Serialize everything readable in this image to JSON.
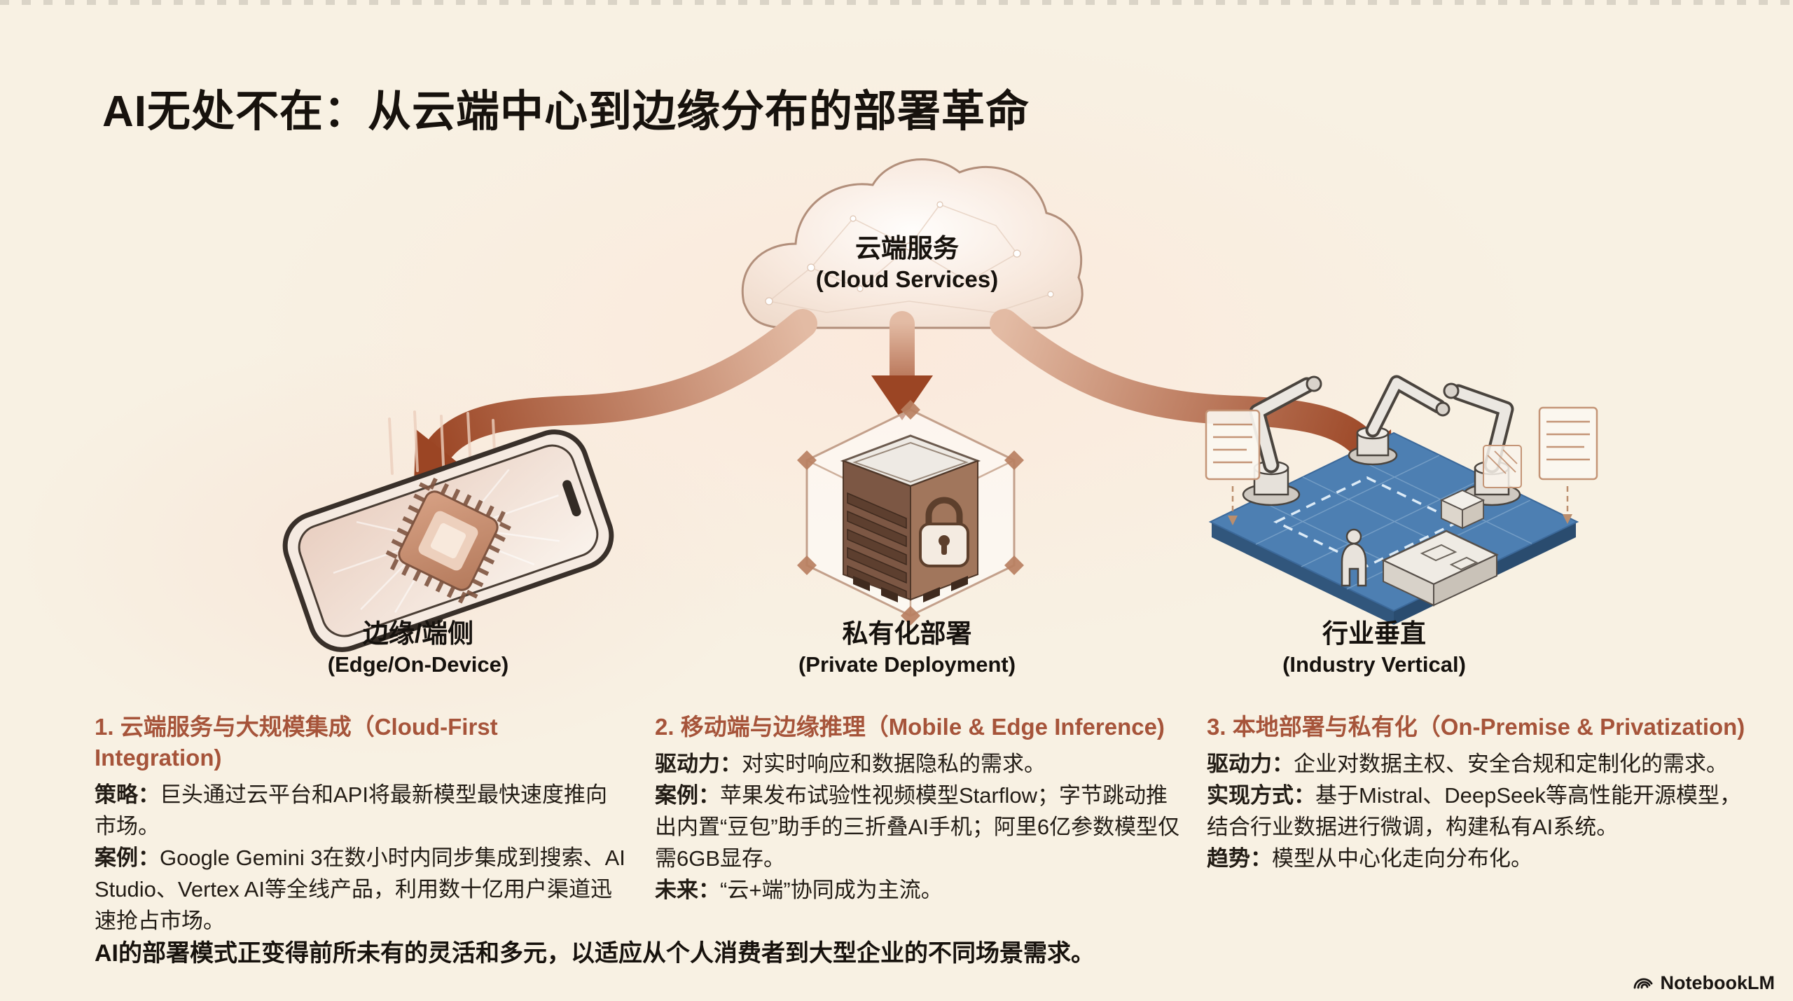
{
  "page": {
    "title": "AI无处不在：从云端中心到边缘分布的部署革命",
    "summary": "AI的部署模式正变得前所未有的灵活和多元，以适应从个人消费者到大型企业的不同场景需求。",
    "brand": "NotebookLM"
  },
  "cloud": {
    "zh": "云端服务",
    "en": "(Cloud Services)"
  },
  "nodes": [
    {
      "zh": "边缘/端侧",
      "en": "(Edge/On-Device)",
      "illustration": "smartphone-with-ai-chip"
    },
    {
      "zh": "私有化部署",
      "en": "(Private Deployment)",
      "illustration": "locked-server-in-glass-cube"
    },
    {
      "zh": "行业垂直",
      "en": "(Industry Vertical)",
      "illustration": "robotic-factory-floor-blueprint"
    }
  ],
  "columns": [
    {
      "heading": "1. 云端服务与大规模集成（Cloud-First Integration)",
      "items": [
        {
          "label": "策略：",
          "text": "巨头通过云平台和API将最新模型最快速度推向市场。"
        },
        {
          "label": "案例：",
          "text": "Google Gemini 3在数小时内同步集成到搜索、AI Studio、Vertex AI等全线产品，利用数十亿用户渠道迅速抢占市场。"
        }
      ]
    },
    {
      "heading": "2. 移动端与边缘推理（Mobile & Edge Inference)",
      "items": [
        {
          "label": "驱动力：",
          "text": "对实时响应和数据隐私的需求。"
        },
        {
          "label": "案例：",
          "text": "苹果发布试验性视频模型Starflow；字节跳动推出内置“豆包”助手的三折叠AI手机；阿里6亿参数模型仅需6GB显存。"
        },
        {
          "label": "未来：",
          "text": "“云+端”协同成为主流。"
        }
      ]
    },
    {
      "heading": "3. 本地部署与私有化（On-Premise & Privatization)",
      "items": [
        {
          "label": "驱动力：",
          "text": "企业对数据主权、安全合规和定制化的需求。"
        },
        {
          "label": "实现方式：",
          "text": "基于Mistral、DeepSeek等高性能开源模型，结合行业数据进行微调，构建私有AI系统。"
        },
        {
          "label": "趋势：",
          "text": "模型从中心化走向分布化。"
        }
      ]
    }
  ],
  "icons": {
    "brand_icon": "notebooklm-wave-icon",
    "hub_icon": "cloud-shape",
    "arrows": "cloud-to-node-flow-arrows"
  },
  "colors": {
    "background": "#f8f1e3",
    "heading_accent": "#a6543a",
    "arrow_light": "#e0b49c",
    "arrow_dark": "#9b4524",
    "platform_blue": "#4d7fb2",
    "text": "#17120d"
  }
}
